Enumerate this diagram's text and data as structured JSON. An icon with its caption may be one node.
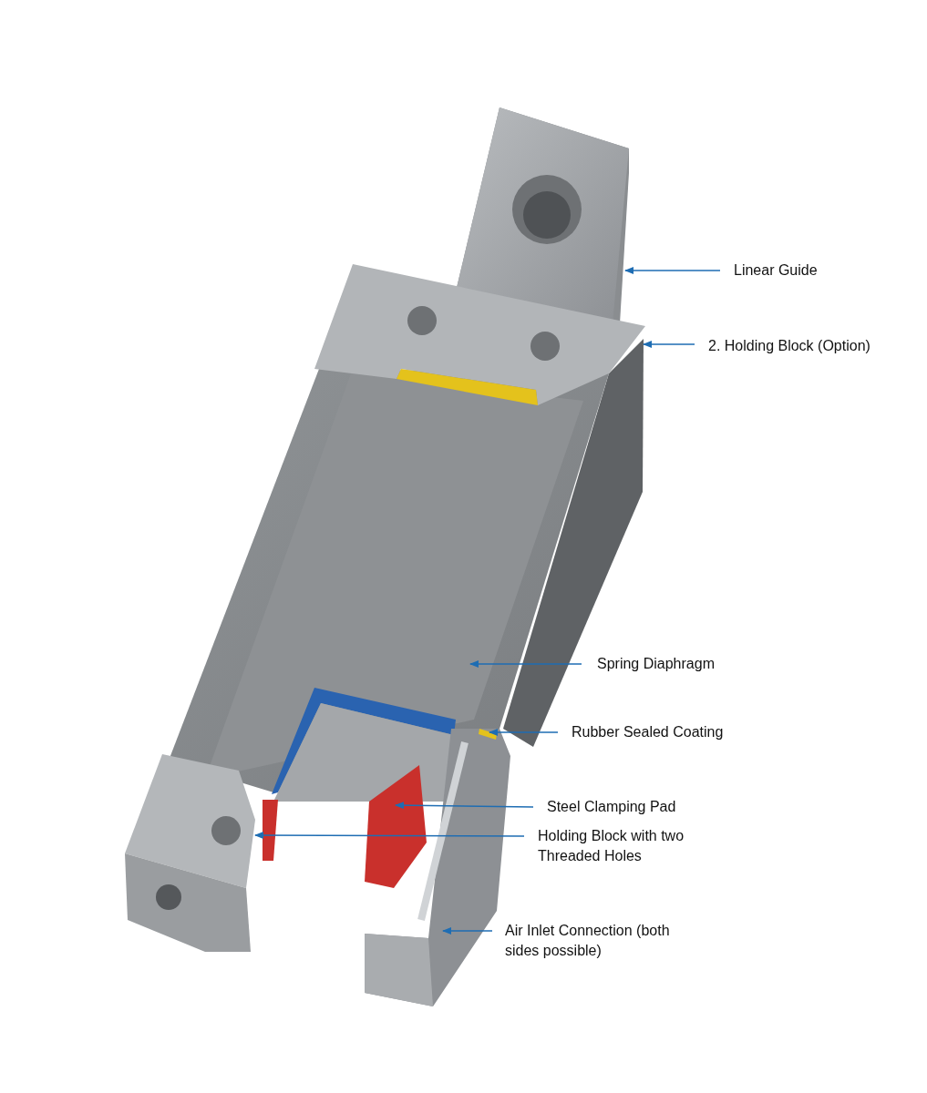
{
  "diagram": {
    "nodes": [
      {
        "text": [
          "Linear Guide"
        ]
      },
      {
        "text": [
          "2. Holding Block (Option)"
        ]
      },
      {
        "text": [
          "Spring Diaphragm"
        ]
      },
      {
        "text": [
          "Rubber Sealed Coating"
        ]
      },
      {
        "text": [
          "Steel Clamping Pad"
        ]
      },
      {
        "text": [
          "Holding Block with two Threaded Holes"
        ]
      },
      {
        "text": [
          "Air Inlet Connection (both sides possible)"
        ]
      }
    ],
    "edges": [
      {
        "from": 0,
        "to": null,
        "arrow": "to"
      },
      {
        "from": 1,
        "to": null,
        "arrow": "to"
      },
      {
        "from": 2,
        "to": null,
        "arrow": "to"
      },
      {
        "from": 3,
        "to": null,
        "arrow": "to"
      },
      {
        "from": 4,
        "to": null,
        "arrow": "to"
      },
      {
        "from": 5,
        "to": null,
        "arrow": "to"
      },
      {
        "from": 6,
        "to": null,
        "arrow": "to"
      }
    ]
  }
}
